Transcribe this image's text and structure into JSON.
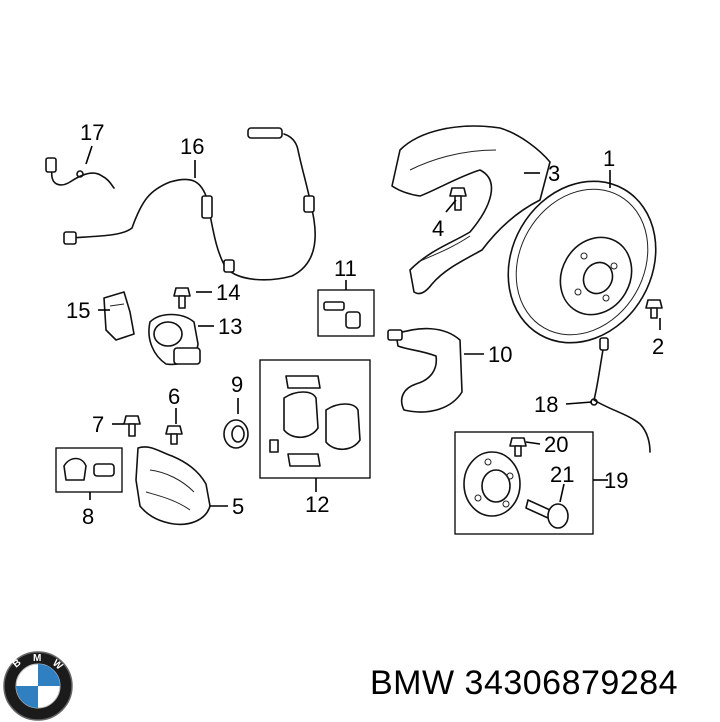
{
  "brand": "BMW",
  "part_number": "34306879284",
  "logo_letters": [
    "B",
    "M",
    "W"
  ],
  "callouts": [
    "1",
    "2",
    "3",
    "4",
    "5",
    "6",
    "7",
    "8",
    "9",
    "10",
    "11",
    "12",
    "13",
    "14",
    "15",
    "16",
    "17",
    "18",
    "19",
    "20",
    "21"
  ]
}
